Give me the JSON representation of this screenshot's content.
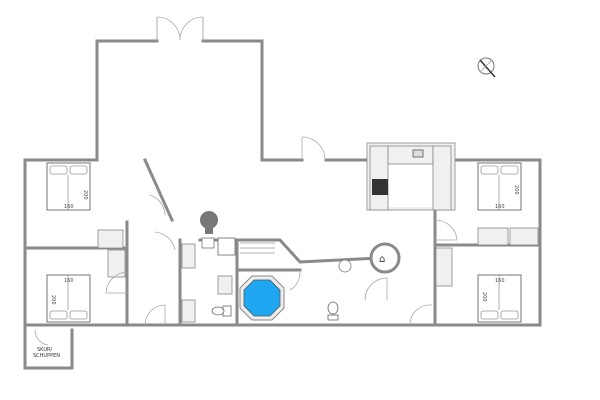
{
  "floorplan": {
    "beds": [
      {
        "width_label": "160",
        "length_label": "200"
      },
      {
        "width_label": "160",
        "length_label": "200"
      },
      {
        "width_label": "160",
        "length_label": "200"
      },
      {
        "width_label": "160",
        "length_label": "200"
      }
    ],
    "shed_label_line1": "SKUR/",
    "shed_label_line2": "SCHUPPEN",
    "colors": {
      "wall": "#8a8a8a",
      "pool": "#1ea7f0",
      "furniture": "#f0f0f0",
      "stove": "#333333"
    },
    "icons": [
      "compass-icon",
      "whirlpool-icon",
      "toilet-icon",
      "shower-icon",
      "sink-icon",
      "stove-icon",
      "fireplace-icon"
    ]
  }
}
